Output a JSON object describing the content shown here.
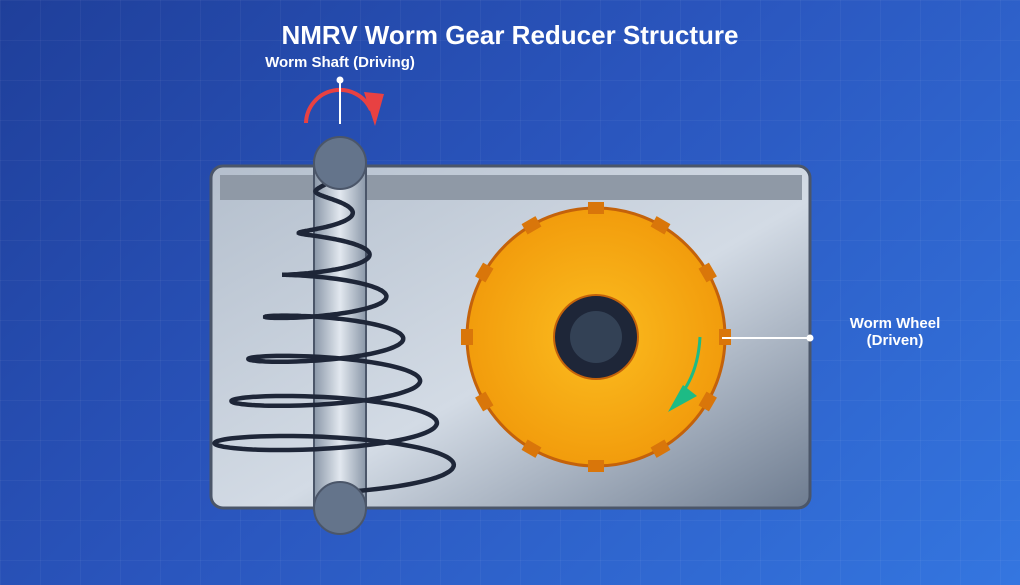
{
  "title": "NMRV Worm Gear Reducer Structure",
  "labels": {
    "worm_shaft": "Worm Shaft (Driving)",
    "worm_wheel_line1": "Worm Wheel",
    "worm_wheel_line2": "(Driven)"
  },
  "colors": {
    "rotation_arrow_shaft": "#e84142",
    "rotation_arrow_wheel": "#1dbb85",
    "wheel": "#f5a20f",
    "teeth": "#d9760a",
    "worm_coil": "#1e2638"
  },
  "wheel_teeth_count": 12
}
